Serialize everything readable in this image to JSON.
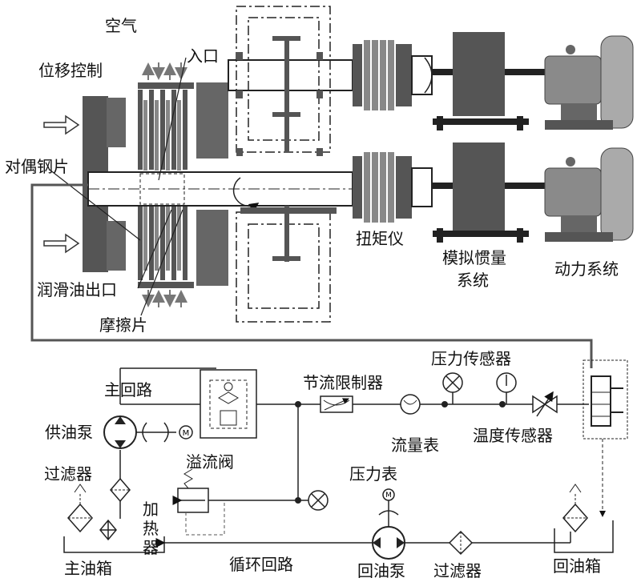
{
  "labels": {
    "air": "空气",
    "inlet": "入口",
    "displacement_control": "位移控制",
    "dual_steel_plate": "对偶钢片",
    "lube_oil_outlet": "润滑油出口",
    "friction_plate": "摩擦片",
    "torque_meter": "扭矩仪",
    "simulated_inertia_line1": "模拟惯量",
    "simulated_inertia_line2": "系统",
    "power_system": "动力系统",
    "main_circuit": "主回路",
    "throttle_limiter": "节流限制器",
    "pressure_sensor": "压力传感器",
    "flow_meter": "流量表",
    "temperature_sensor": "温度传感器",
    "supply_pump": "供油泵",
    "relief_valve": "溢流阀",
    "pressure_gauge": "压力表",
    "filter_left": "过滤器",
    "heater": "加热器",
    "main_tank": "主油箱",
    "circulation_circuit": "循环回路",
    "return_pump": "回油泵",
    "filter_bottom": "过滤器",
    "return_tank": "回油箱",
    "motor_symbol": "M",
    "gauge_motor_symbol": "M"
  },
  "colors": {
    "block_dark": "#555555",
    "block_mid": "#7a7a7a",
    "line": "#111111",
    "motor": "#8a8a8a"
  }
}
